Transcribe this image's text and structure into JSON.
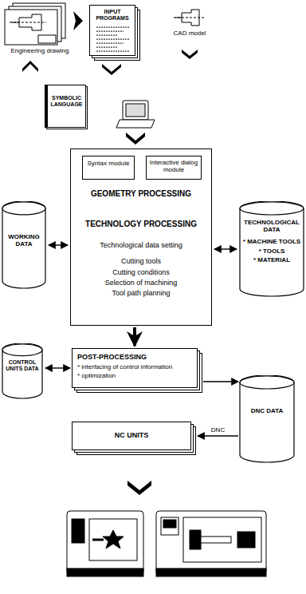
{
  "diagram": {
    "nodes": [
      {
        "text": [
          "Engineering drawing"
        ]
      },
      {
        "text": [
          "INPUT PROGRAMS"
        ]
      },
      {
        "text": [
          "CAD model"
        ]
      },
      {
        "text": [
          "SYMBOLIC LANGUAGE"
        ]
      },
      {
        "text": [
          "GEOMETRY PROCESSING",
          "TECHNOLOGY PROCESSING",
          "Technological data setting",
          "Cutting tools",
          "Cutting conditions",
          "Selection of machining",
          "Tool path planning"
        ]
      },
      {
        "text": [
          "Syntax module"
        ],
        "in": 4
      },
      {
        "text": [
          "Interactive dialog module"
        ],
        "in": 4
      },
      {
        "text": [
          "WORKING DATA"
        ]
      },
      {
        "text": [
          "TECHNOLOGICAL DATA",
          "* MACHINE TOOLS",
          "* TOOLS",
          "* MATERIAL"
        ]
      },
      {
        "text": [
          "CONTROL UNITS DATA"
        ]
      },
      {
        "text": [
          "POST-PROCESSING",
          "* interfacing of control information",
          "* optimization"
        ]
      },
      {
        "text": [
          "DNC DATA"
        ]
      },
      {
        "text": [
          "NC UNITS"
        ]
      }
    ],
    "edges": [
      {
        "from": 7,
        "to": 4,
        "arrow": "both"
      },
      {
        "from": 4,
        "to": 8,
        "arrow": "both"
      },
      {
        "from": 4,
        "to": 10,
        "arrow": "to"
      },
      {
        "from": 9,
        "to": 10,
        "arrow": "both"
      },
      {
        "from": 10,
        "to": 11,
        "arrow": "to"
      },
      {
        "from": 11,
        "to": 12,
        "label": "DNC",
        "arrow": "to"
      }
    ]
  }
}
